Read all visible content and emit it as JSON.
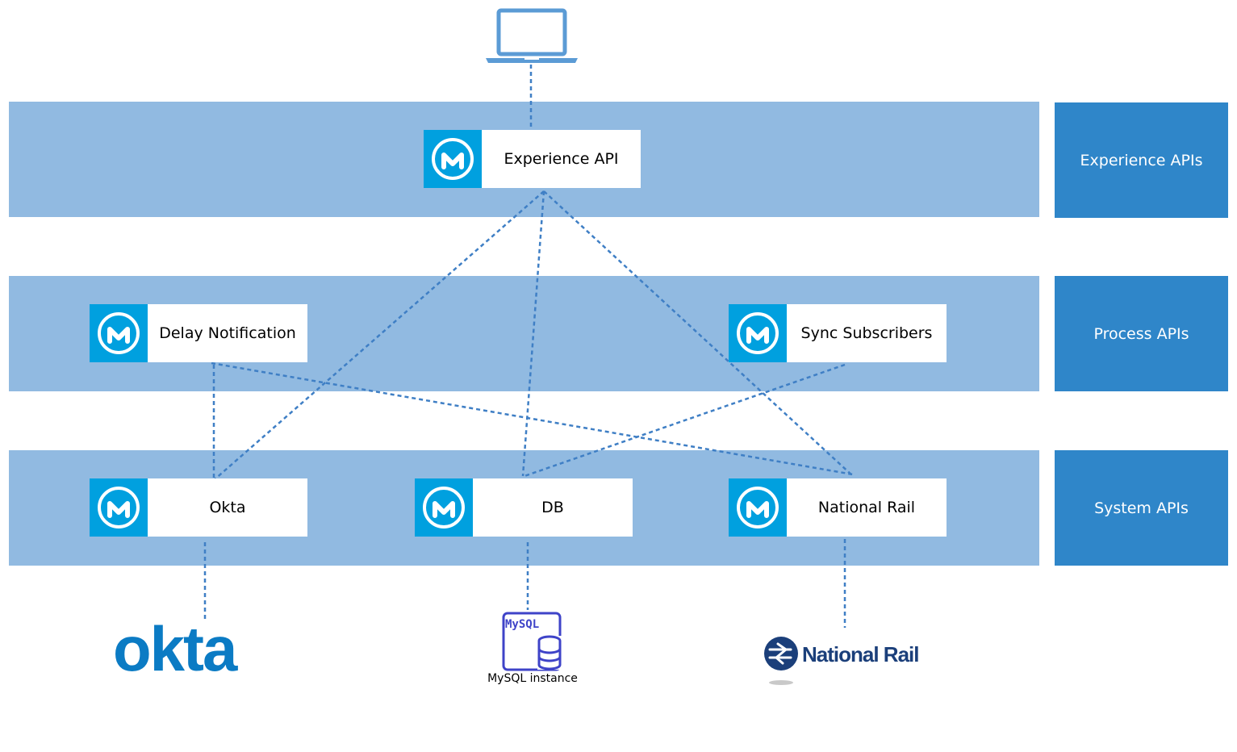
{
  "layers": {
    "experience": "Experience APIs",
    "process": "Process APIs",
    "system": "System APIs"
  },
  "nodes": {
    "experience_api": "Experience API",
    "delay_notification": "Delay Notification",
    "sync_subscribers": "Sync Subscribers",
    "okta": "Okta",
    "db": "DB",
    "national_rail": "National Rail"
  },
  "external": {
    "okta_logo": "okta",
    "mysql_logo": "MySQL",
    "mysql_caption": "MySQL instance",
    "national_rail_logo": "National Rail"
  },
  "icons": {
    "client": "laptop-icon",
    "api": "mulesoft-icon"
  },
  "colors": {
    "band": "#91bae1",
    "layer_label": "#2f86c9",
    "mulesoft": "#00a0df",
    "connector": "#3f7fc5"
  }
}
